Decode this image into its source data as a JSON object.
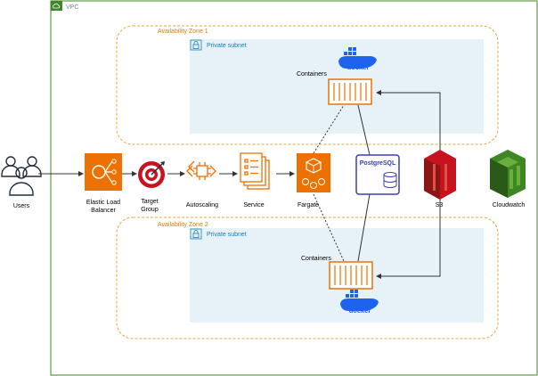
{
  "vpc": {
    "label": "VPC"
  },
  "zones": [
    {
      "label": "Availability Zone 1",
      "subnet": "Private subnet"
    },
    {
      "label": "Availability Zone 2",
      "subnet": "Private subnet"
    }
  ],
  "nodes": {
    "users": "Users",
    "elb": [
      "Elastic Load",
      "Balancer"
    ],
    "target_group": [
      "Target",
      "Group"
    ],
    "autoscaling": "Autoscaling",
    "service": "Service",
    "fargate": "Fargate",
    "postgres": "PostgreSQL",
    "s3": "S3",
    "cloudwatch": "Cloudwatch",
    "containers_top": "Containers",
    "containers_bottom": "Containers",
    "docker_top": "docker",
    "docker_bottom": "docker"
  },
  "colors": {
    "vpc_border": "#3f8624",
    "zone_border": "#f2a33a",
    "subnet_fill": "#e6f2f8",
    "subnet_icon": "#147eba",
    "aws_orange": "#ed7100",
    "s3_red": "#c7131f",
    "cloudwatch_green": "#3f8624",
    "postgres_blue": "#3b3fb6",
    "docker_blue": "#1d63ed"
  }
}
